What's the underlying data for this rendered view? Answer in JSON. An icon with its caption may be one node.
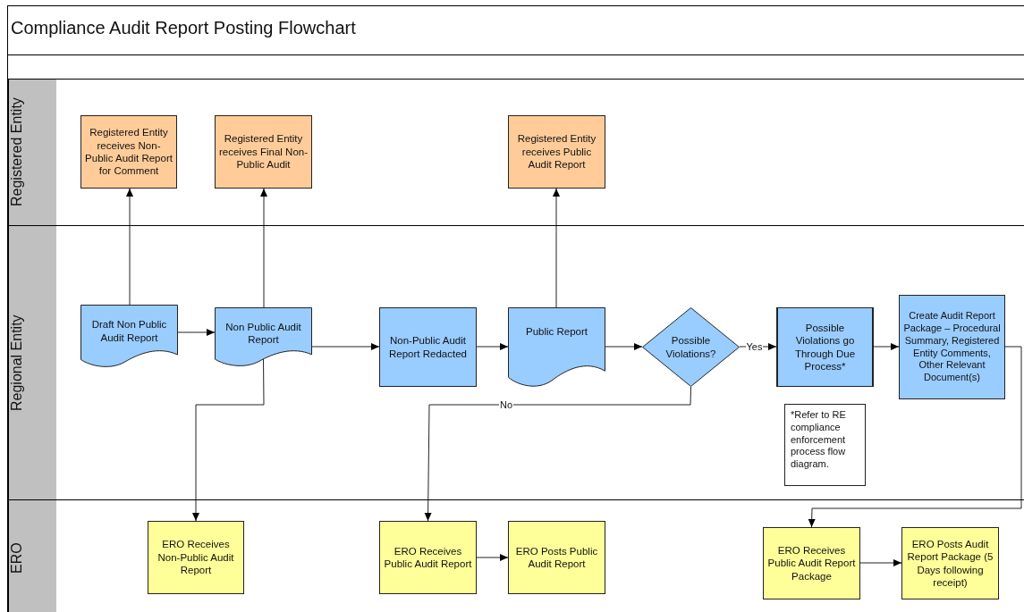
{
  "diagram": {
    "title": "Compliance Audit Report Posting Flowchart",
    "nodes": [
      {
        "text": [
          "Registered Entity"
        ]
      },
      {
        "text": [
          "Regional Entity"
        ]
      },
      {
        "text": [
          "ERO"
        ]
      },
      {
        "text": [
          "Registered Entity receives Non-Public Audit Report for Comment"
        ],
        "in": 0
      },
      {
        "text": [
          "Registered Entity receives Final Non-Public Audit"
        ],
        "in": 0
      },
      {
        "text": [
          "Registered Entity receives Public Audit Report"
        ],
        "in": 0
      },
      {
        "text": [
          "Draft Non Public Audit Report"
        ],
        "in": 1
      },
      {
        "text": [
          "Non Public Audit Report"
        ],
        "in": 1
      },
      {
        "text": [
          "Non-Public Audit Report Redacted"
        ],
        "in": 1
      },
      {
        "text": [
          "Public Report"
        ],
        "in": 1
      },
      {
        "text": [
          "Possible Violations?"
        ],
        "in": 1
      },
      {
        "text": [
          "Possible Violations go Through Due Process*"
        ],
        "in": 1
      },
      {
        "text": [
          "Create Audit Report Package – Procedural Summary, Registered Entity Comments, Other Relevant Document(s)"
        ],
        "in": 1
      },
      {
        "text": [
          "*Refer to RE compliance enforcement process flow diagram."
        ],
        "in": 1
      },
      {
        "text": [
          "ERO Receives Non-Public Audit Report"
        ],
        "in": 2
      },
      {
        "text": [
          "ERO Receives Public Audit Report"
        ],
        "in": 2
      },
      {
        "text": [
          "ERO Posts Public Audit Report"
        ],
        "in": 2
      },
      {
        "text": [
          "ERO Receives Public Audit Report Package"
        ],
        "in": 2
      },
      {
        "text": [
          "ERO Posts Audit Report Package (5 Days following receipt)"
        ],
        "in": 2
      }
    ],
    "edges": [
      {
        "from": 6,
        "to": 3,
        "arrow": "to"
      },
      {
        "from": 6,
        "to": 7,
        "arrow": "to"
      },
      {
        "from": 7,
        "to": 4,
        "arrow": "to"
      },
      {
        "from": 7,
        "to": 8,
        "arrow": "to"
      },
      {
        "from": 7,
        "to": 14,
        "arrow": "to"
      },
      {
        "from": 8,
        "to": 9,
        "arrow": "to"
      },
      {
        "from": 9,
        "to": 5,
        "arrow": "to"
      },
      {
        "from": 9,
        "to": 10,
        "arrow": "to"
      },
      {
        "from": 10,
        "to": 11,
        "arrow": "to",
        "label": "Yes"
      },
      {
        "from": 10,
        "to": 15,
        "arrow": "to",
        "label": "No"
      },
      {
        "from": 11,
        "to": 12,
        "arrow": "to"
      },
      {
        "from": 12,
        "to": 17,
        "arrow": "to"
      },
      {
        "from": 15,
        "to": 16,
        "arrow": "to"
      },
      {
        "from": 17,
        "to": 18,
        "arrow": "to"
      }
    ]
  }
}
